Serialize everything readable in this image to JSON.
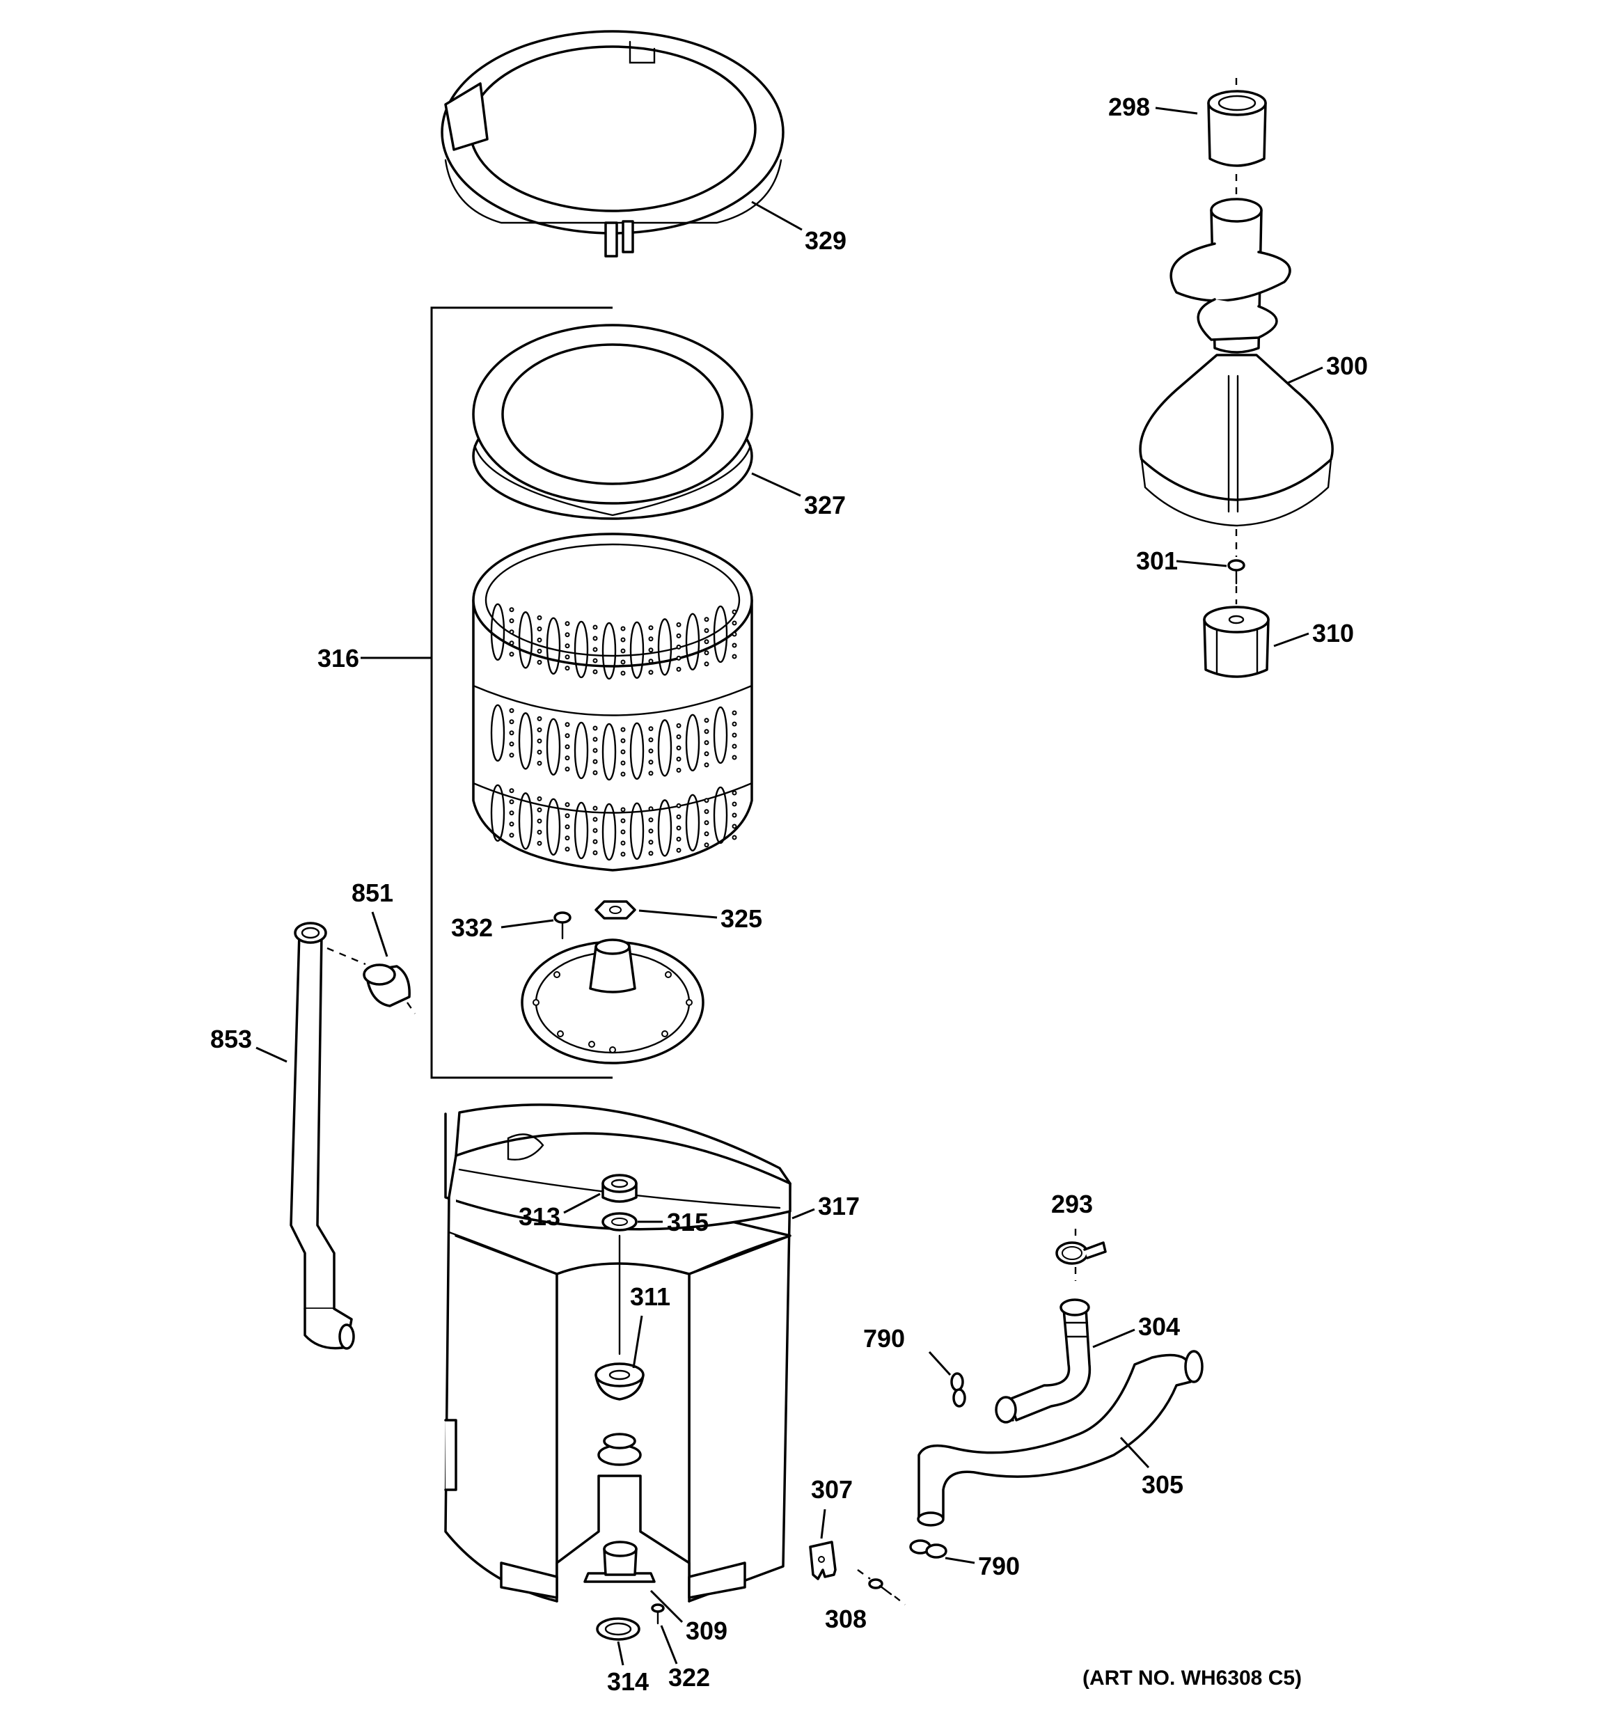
{
  "parts": [
    {
      "id": "p298",
      "name": "298"
    },
    {
      "id": "p329",
      "name": "329"
    },
    {
      "id": "p300",
      "name": "300"
    },
    {
      "id": "p316",
      "name": "316"
    },
    {
      "id": "p327",
      "name": "327"
    },
    {
      "id": "p301",
      "name": "301"
    },
    {
      "id": "p310",
      "name": "310"
    },
    {
      "id": "p851",
      "name": "851"
    },
    {
      "id": "p332",
      "name": "332"
    },
    {
      "id": "p325",
      "name": "325"
    },
    {
      "id": "p853",
      "name": "853"
    },
    {
      "id": "p293",
      "name": "293"
    },
    {
      "id": "p313",
      "name": "313"
    },
    {
      "id": "p315",
      "name": "315"
    },
    {
      "id": "p317",
      "name": "317"
    },
    {
      "id": "p311",
      "name": "311"
    },
    {
      "id": "p304",
      "name": "304"
    },
    {
      "id": "p790a",
      "name": "790"
    },
    {
      "id": "p305",
      "name": "305"
    },
    {
      "id": "p307",
      "name": "307"
    },
    {
      "id": "p790b",
      "name": "790"
    },
    {
      "id": "p308",
      "name": "308"
    },
    {
      "id": "p309",
      "name": "309"
    },
    {
      "id": "p314",
      "name": "314"
    },
    {
      "id": "p322",
      "name": "322"
    }
  ],
  "art_number": "(ART NO. WH6308 C5)"
}
